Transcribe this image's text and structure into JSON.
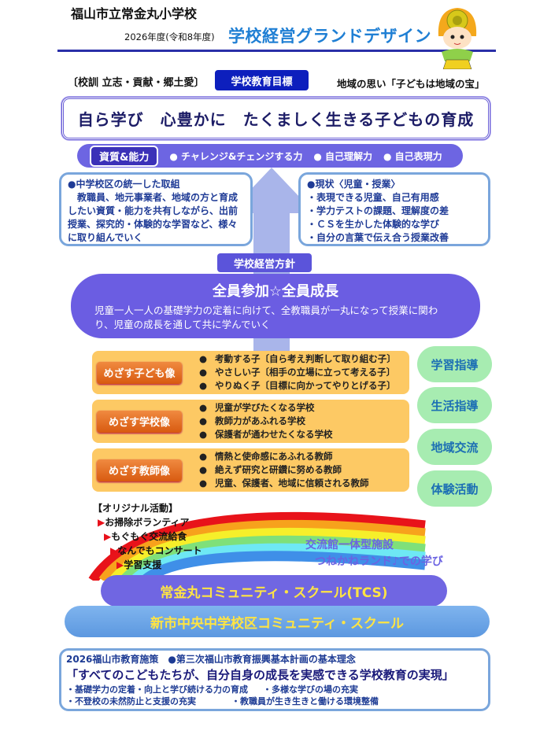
{
  "header": {
    "school": "福山市立常金丸小学校",
    "year": "2026年度(令和8年度)",
    "title": "学校経営グランドデザイン"
  },
  "motto": "〔校訓 立志・貢献・郷土愛〕",
  "goal_label": "学校教育目標",
  "wish": "地域の思い「子どもは地域の宝」",
  "goal": "自ら学び　心豊かに　たくましく生きる子どもの育成",
  "ability": {
    "label": "資質&能力",
    "items": [
      "● チャレンジ&チェンジする力",
      "● 自己理解力",
      "● 自己表現力"
    ]
  },
  "left_box": {
    "title": "●中学校区の統一した取組",
    "body": "　教職員、地元事業者、地域の方と育成したい資質・能力を共有しながら、出前授業、探究的・体験的な学習など、様々に取り組んでいく"
  },
  "right_box": {
    "title": "●現状〈児童・授業〉",
    "items": [
      "・表現できる児童、自己有用感",
      "・学力テストの課題、理解度の差",
      "・ＣＳを生かした体験的な学び",
      "・自分の言葉で伝え合う授業改善"
    ]
  },
  "policy_label": "学校経営方針",
  "policy": {
    "title": "全員参加☆全員成長",
    "body": "児童一人一人の基礎学力の定着に向けて、全教職員が一丸になって授業に関わり、児童の成長を通して共に学んでいく"
  },
  "panels": [
    {
      "label": "めざす子ども像",
      "items": [
        "考動する子〔自ら考え判断して取り組む子〕",
        "やさしい子〔相手の立場に立って考える子〕",
        "やりぬく子〔目標に向かってやりとげる子〕"
      ]
    },
    {
      "label": "めざす学校像",
      "items": [
        "児童が学びたくなる学校",
        "教師力があふれる学校",
        "保護者が通わせたくなる学校"
      ]
    },
    {
      "label": "めざす教師像",
      "items": [
        "情熱と使命感にあふれる教師",
        "絶えず研究と研鑽に努める教師",
        "児童、保護者、地域に信頼される教師"
      ]
    }
  ],
  "pills": [
    "学習指導",
    "生活指導",
    "地域交流",
    "体験活動"
  ],
  "original": {
    "title": "【オリジナル活動】",
    "marker": "▶",
    "items": [
      "お掃除ボランティア",
      "もぐもぐ交流給食",
      "なんでもコンサート",
      "学習支援"
    ]
  },
  "tsunekane": {
    "line1": "交流館一体型施設",
    "line2": "つねかねランド♪での学び"
  },
  "tcs": "常金丸コミュニティ・スクール(TCS)",
  "jhs": "新市中央中学校区コミュニティ・スクール",
  "city_policy": {
    "head": "2026福山市教育施策　●第三次福山市教育振興基本計画の基本理念",
    "main": "「すべてのこどもたちが、自分自身の成長を実感できる学校教育の実現」",
    "items": [
      "・基礎学力の定着・向上と学び続ける力の育成",
      "・多様な学びの場の充実",
      "・不登校の未然防止と支援の充実",
      "・教職員が生き生きと働ける環境整備"
    ]
  },
  "colors": {
    "title": "#1f7fd4",
    "purple": "#6b5de2",
    "orange": "#fdc964",
    "green": "#a7ecb1",
    "navy": "#0d1fbd"
  }
}
